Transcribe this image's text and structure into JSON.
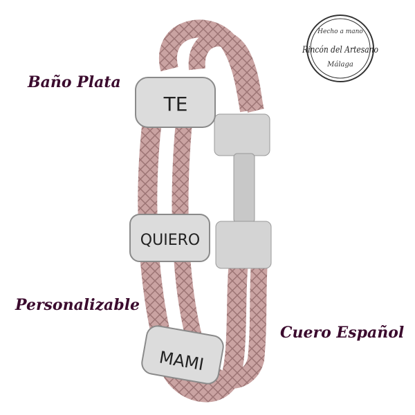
{
  "labels": {
    "plating": "Baño Plata",
    "custom": "Personalizable",
    "leather": "Cuero Español"
  },
  "charms": [
    "TE",
    "QUIERO",
    "MAMI"
  ],
  "logo": {
    "top": "Hecho a mano",
    "name": "Rincón del Artesano",
    "city": "Málaga"
  },
  "colors": {
    "text": "#3b0b2e",
    "leather": "#c9a3a3",
    "silver": "#d8d8d8"
  }
}
